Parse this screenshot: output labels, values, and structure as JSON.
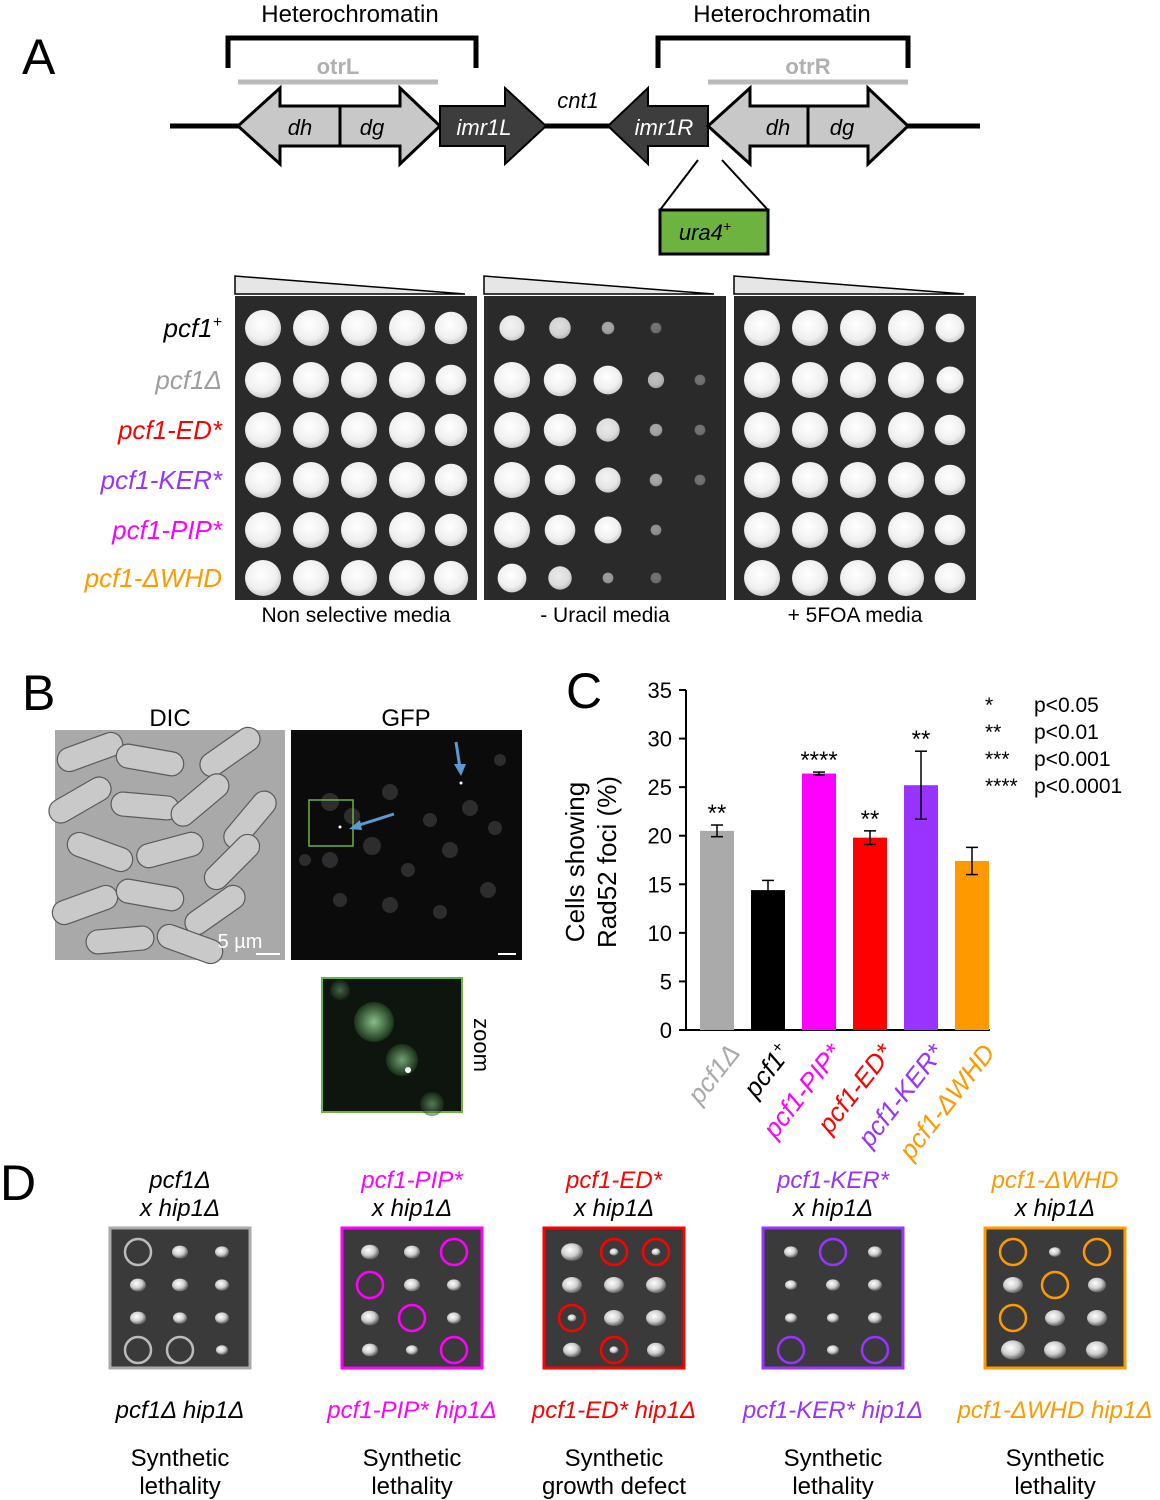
{
  "panel_letters": {
    "a": "A",
    "b": "B",
    "c": "C",
    "d": "D"
  },
  "panel_a": {
    "heterochromatin_left": "Heterochromatin",
    "heterochromatin_right": "Heterochromatin",
    "otr_left": "otrL",
    "otr_right": "otrR",
    "dh_left": "dh",
    "dg_left": "dg",
    "imr_left": "imr1L",
    "cnt": "cnt1",
    "imr_right": "imr1R",
    "dh_right": "dh",
    "dg_right": "dg",
    "marker": "ura4",
    "marker_sup": "+",
    "marker_color": "#6db33f",
    "strains": [
      {
        "name": "pcf1",
        "sup": "+",
        "color": "#000000"
      },
      {
        "name": "pcf1Δ",
        "sup": "",
        "color": "#9e9e9e"
      },
      {
        "name": "pcf1-ED*",
        "sup": "",
        "color": "#ff0000"
      },
      {
        "name": "pcf1-KER*",
        "sup": "",
        "color": "#9933ff"
      },
      {
        "name": "pcf1-PIP*",
        "sup": "",
        "color": "#ff00ff"
      },
      {
        "name": "pcf1-ΔWHD",
        "sup": "",
        "color": "#ff9900"
      }
    ],
    "media": [
      "Non selective media",
      "- Uracil media",
      "+ 5FOA media"
    ]
  },
  "panel_b": {
    "dic_label": "DIC",
    "gfp_label": "GFP",
    "scale_bar": "5 µm",
    "zoom_label": "zoom",
    "arrow_color": "#5b9bd5"
  },
  "chart_data": {
    "type": "bar",
    "ylabel_line1": "Cells showing",
    "ylabel_line2": "Rad52 foci (%)",
    "ylim": [
      0,
      35
    ],
    "yticks": [
      0,
      5,
      10,
      15,
      20,
      25,
      30,
      35
    ],
    "categories": [
      {
        "label": "pcf1Δ",
        "sup": "",
        "value": 20.5,
        "error": 0.6,
        "sig": "**",
        "color": "#aaaaaa"
      },
      {
        "label": "pcf1",
        "sup": "+",
        "value": 14.4,
        "error": 1.0,
        "sig": "",
        "color": "#000000"
      },
      {
        "label": "pcf1-PIP*",
        "sup": "",
        "value": 26.4,
        "error": 0.15,
        "sig": "****",
        "color": "#ff00ff"
      },
      {
        "label": "pcf1-ED*",
        "sup": "",
        "value": 19.8,
        "error": 0.7,
        "sig": "**",
        "color": "#ff0000"
      },
      {
        "label": "pcf1-KER*",
        "sup": "",
        "value": 25.2,
        "error": 3.5,
        "sig": "**",
        "color": "#9933ff"
      },
      {
        "label": "pcf1-ΔWHD",
        "sup": "",
        "value": 17.4,
        "error": 1.4,
        "sig": "",
        "color": "#ff9900"
      }
    ],
    "significance_legend": [
      {
        "stars": "*",
        "p": "p<0.05"
      },
      {
        "stars": "**",
        "p": "p<0.01"
      },
      {
        "stars": "***",
        "p": "p<0.001"
      },
      {
        "stars": "****",
        "p": "p<0.0001"
      }
    ]
  },
  "panel_d": {
    "crosses": [
      {
        "mutant": "pcf1Δ",
        "partner": "x hip1Δ",
        "double": "pcf1Δ hip1Δ",
        "phenotype1": "Synthetic",
        "phenotype2": "lethality",
        "color": "#000000",
        "frame": "#aaaaaa",
        "circle": "#bbbbbb"
      },
      {
        "mutant": "pcf1-PIP*",
        "partner": "x hip1Δ",
        "double": "pcf1-PIP* hip1Δ",
        "phenotype1": "Synthetic",
        "phenotype2": "lethality",
        "color": "#ff00ff",
        "frame": "#ff00ff",
        "circle": "#ff00ff"
      },
      {
        "mutant": "pcf1-ED*",
        "partner": "x hip1Δ",
        "double": "pcf1-ED* hip1Δ",
        "phenotype1": "Synthetic",
        "phenotype2": "growth defect",
        "color": "#ff0000",
        "frame": "#ff0000",
        "circle": "#ff0000"
      },
      {
        "mutant": "pcf1-KER*",
        "partner": "x hip1Δ",
        "double": "pcf1-KER* hip1Δ",
        "phenotype1": "Synthetic",
        "phenotype2": "lethality",
        "color": "#9933ff",
        "frame": "#9933ff",
        "circle": "#9933ff"
      },
      {
        "mutant": "pcf1-ΔWHD",
        "partner": "x hip1Δ",
        "double": "pcf1-ΔWHD hip1Δ",
        "phenotype1": "Synthetic",
        "phenotype2": "lethality",
        "color": "#ff9900",
        "frame": "#ff9900",
        "circle": "#ff9900"
      }
    ]
  }
}
